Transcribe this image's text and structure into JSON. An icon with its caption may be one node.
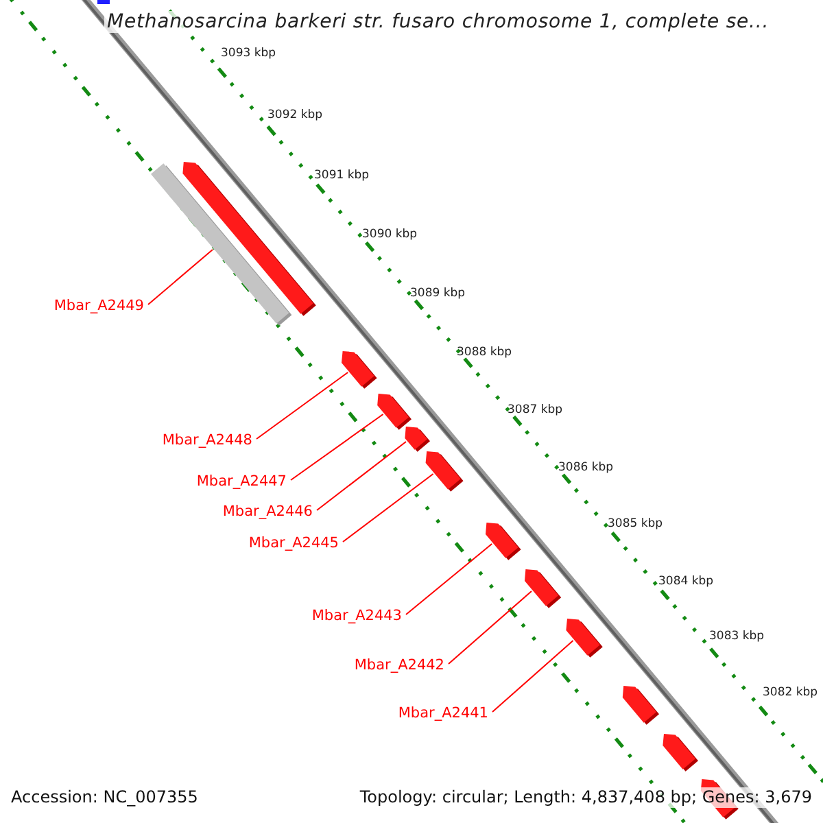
{
  "diagram": {
    "title": "Methanosarcina barkeri str. fusaro chromosome 1, complete se...",
    "nodes": [
      {
        "text": [],
        "shape": "bar"
      },
      {
        "text": [],
        "shape": "bar"
      },
      {
        "text": [],
        "shape": "bar"
      },
      {
        "text": [],
        "shape": "bar"
      },
      {
        "text": [],
        "shape": "bar"
      },
      {
        "text": [],
        "shape": "bar"
      },
      {
        "text": [],
        "shape": "bar"
      },
      {
        "text": [],
        "shape": "bar"
      },
      {
        "text": [],
        "shape": "bar"
      },
      {
        "text": [],
        "shape": "bar"
      },
      {
        "text": [],
        "shape": "bar"
      },
      {
        "text": [],
        "shape": "bar"
      },
      {
        "text": [
          "Mbar_A2449"
        ]
      },
      {
        "text": [
          "Mbar_A2448"
        ]
      },
      {
        "text": [
          "Mbar_A2447"
        ]
      },
      {
        "text": [
          "Mbar_A2446"
        ]
      },
      {
        "text": [
          "Mbar_A2445"
        ]
      },
      {
        "text": [
          "Mbar_A2443"
        ]
      },
      {
        "text": [
          "Mbar_A2442"
        ]
      },
      {
        "text": [
          "Mbar_A2441"
        ]
      }
    ],
    "edges": [
      {
        "from": 12,
        "to": 1,
        "arrow": "none"
      },
      {
        "from": 13,
        "to": 2,
        "arrow": "none"
      },
      {
        "from": 14,
        "to": 3,
        "arrow": "none"
      },
      {
        "from": 15,
        "to": 4,
        "arrow": "none"
      },
      {
        "from": 16,
        "to": 5,
        "arrow": "none"
      },
      {
        "from": 17,
        "to": 6,
        "arrow": "none"
      },
      {
        "from": 18,
        "to": 7,
        "arrow": "none"
      },
      {
        "from": 19,
        "to": 8,
        "arrow": "none"
      }
    ],
    "labels": [
      "3093 kbp",
      "3092 kbp",
      "3091 kbp",
      "3090 kbp",
      "3089 kbp",
      "3088 kbp",
      "3087 kbp",
      "3086 kbp",
      "3085 kbp",
      "3084 kbp",
      "3083 kbp",
      "3082 kbp",
      "Accession: NC_007355",
      "Topology: circular; Length: 4,837,408 bp; Genes: 3,679"
    ]
  }
}
